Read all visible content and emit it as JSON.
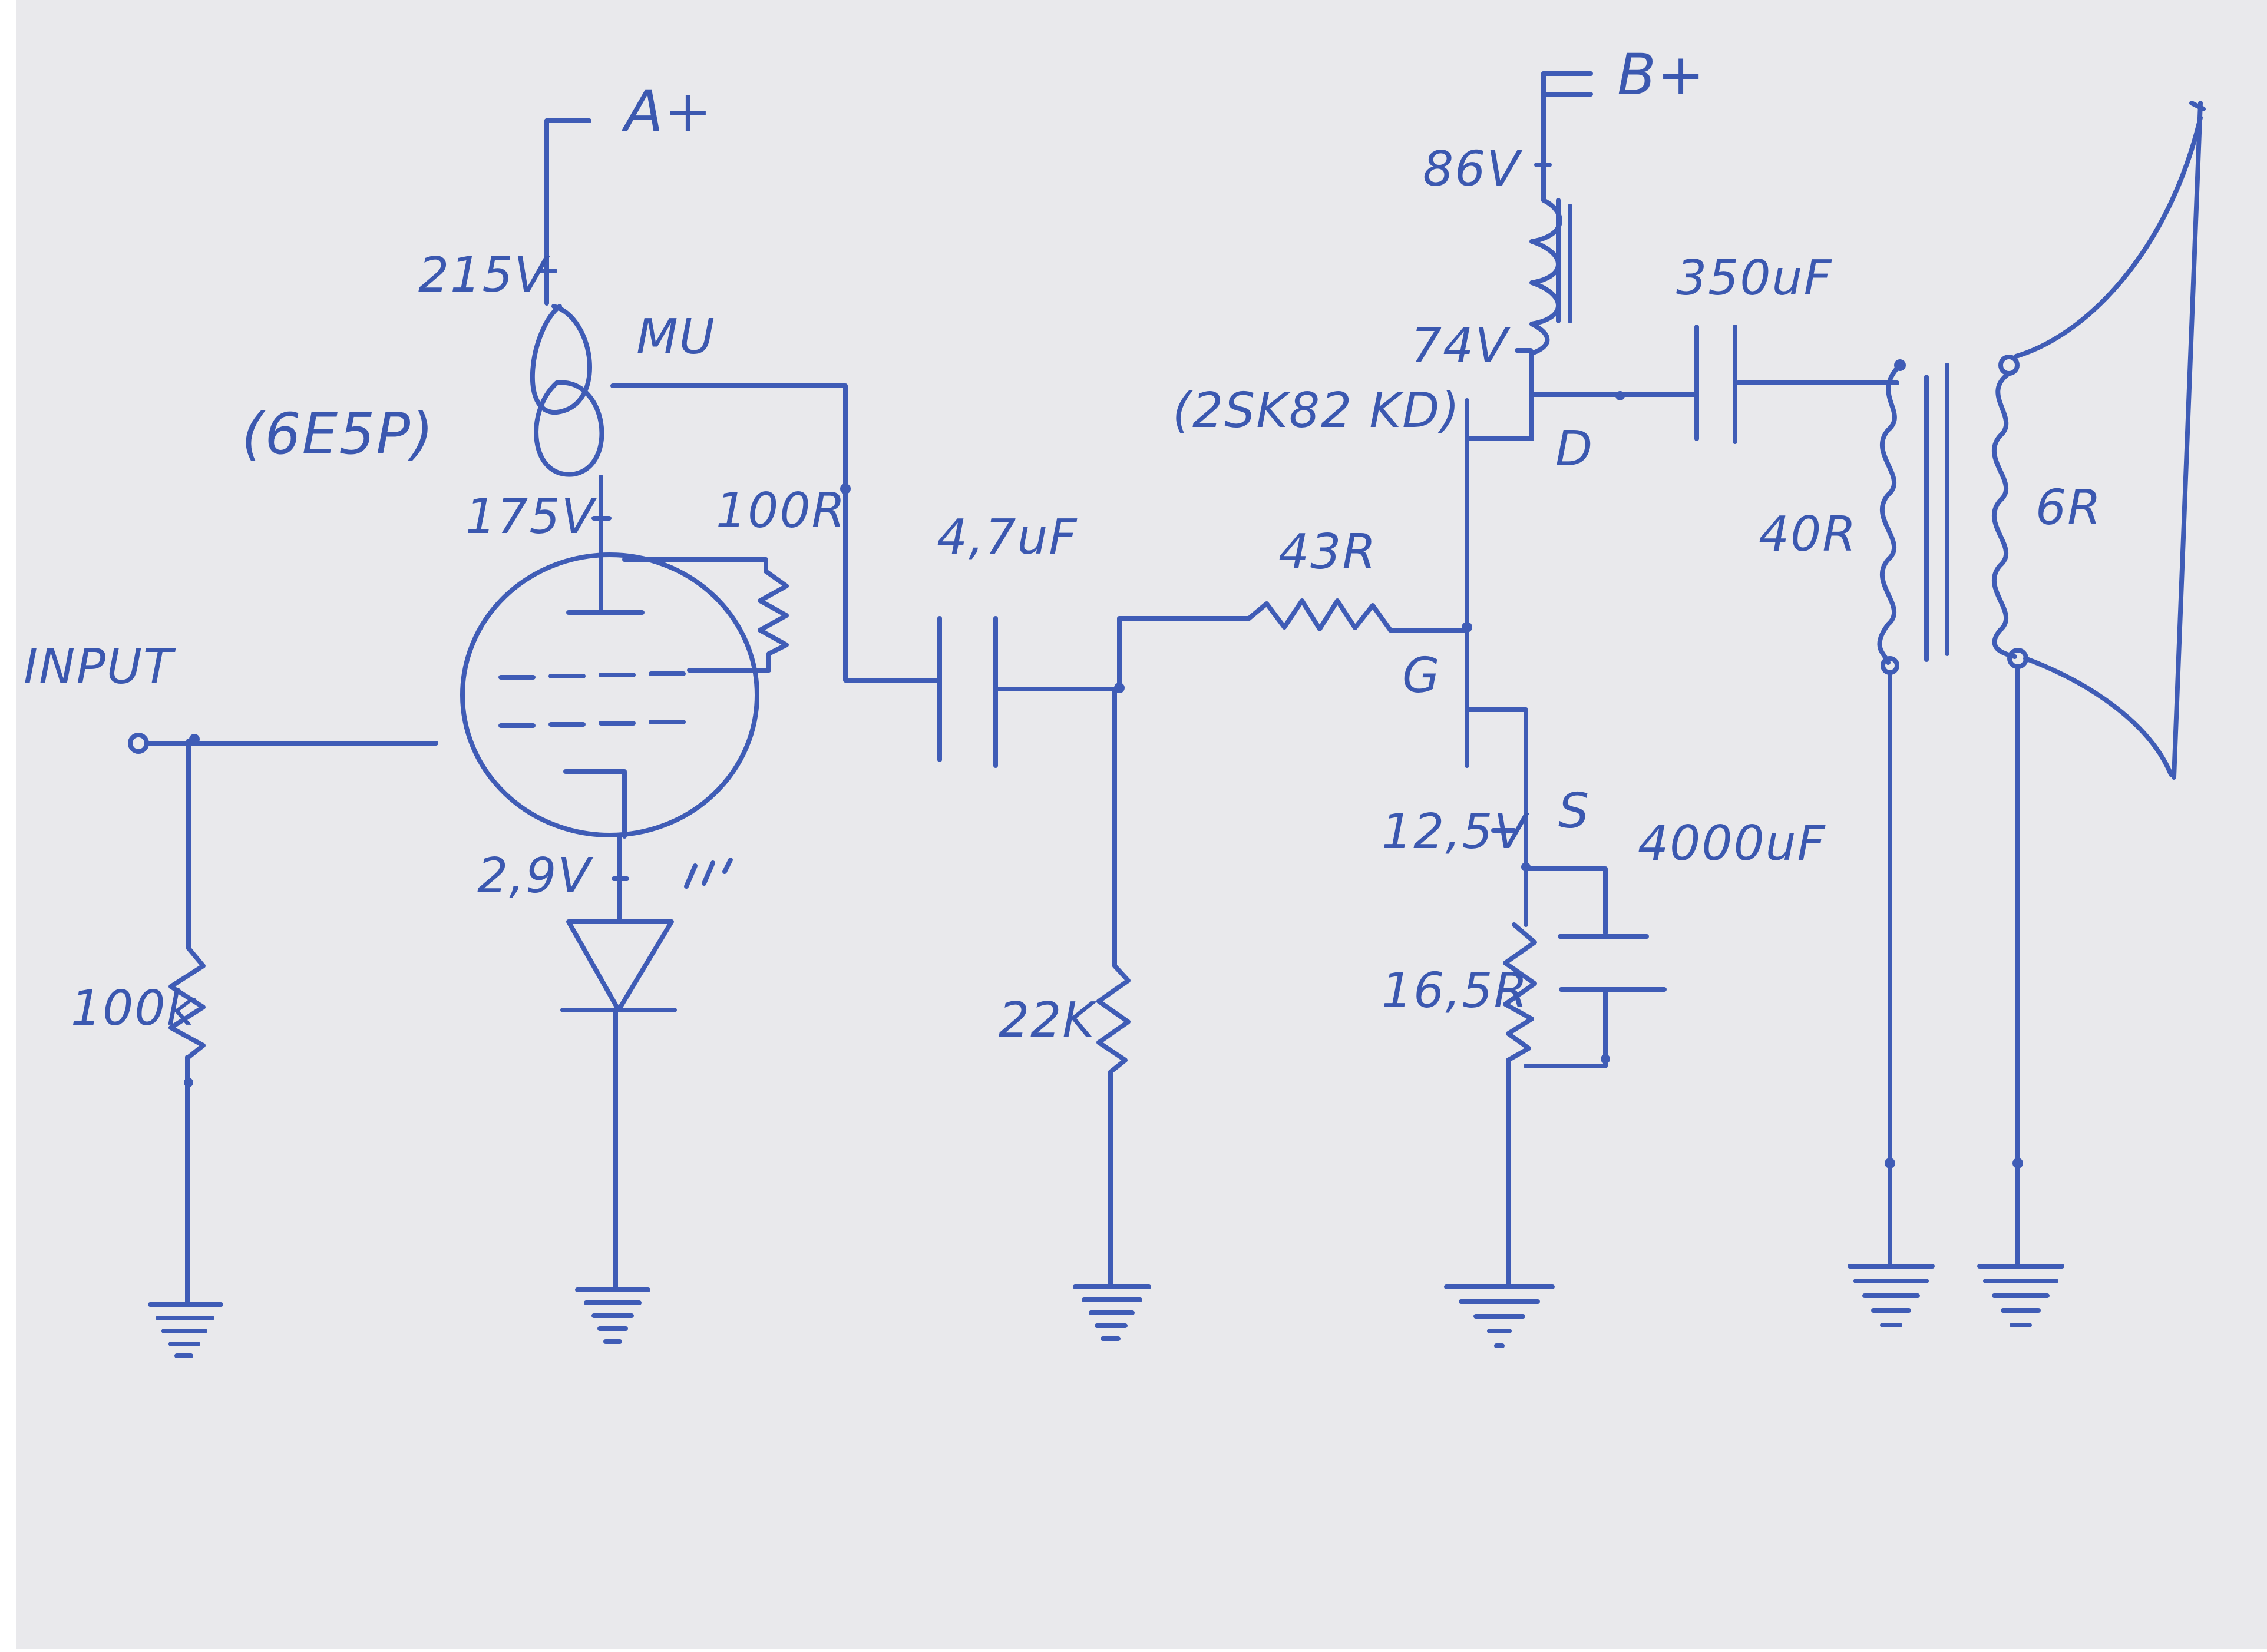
{
  "colors": {
    "ink": "#3f5cb6",
    "paper": "#e9e9ec"
  },
  "labels": {
    "a_plus": "A+",
    "b_plus": "B+",
    "v_215": "215V",
    "mu": "MU",
    "tube": "(6E5P)",
    "v_175": "175V",
    "r_100r": "100R",
    "input": "INPUT",
    "r_100k": "100k",
    "v_29": "2,9V",
    "c_47uf": "4,7uF",
    "r_43r": "43R",
    "r_22k": "22K",
    "v_86": "86V",
    "v_74": "74V",
    "mosfet": "(2SK82 KD)",
    "drain": "D",
    "gate": "G",
    "source": "S",
    "v_125": "12,5V",
    "c_4000uf": "4000uF",
    "r_165r": "16,5R",
    "c_350uf": "350uF",
    "r_40r": "40R",
    "r_6r": "6R"
  }
}
